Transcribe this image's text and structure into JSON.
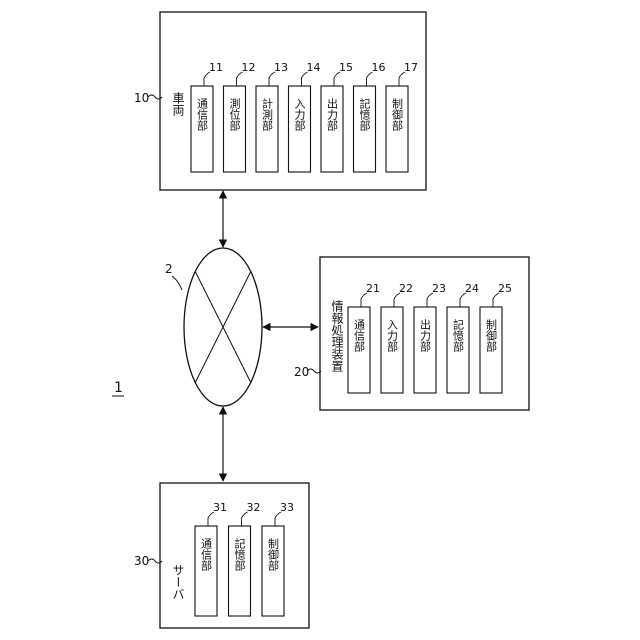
{
  "system_ref": "1",
  "network_ref": "2",
  "vehicle": {
    "ref": "10",
    "title": "車両",
    "units": [
      {
        "label": "通信部",
        "ref": "11"
      },
      {
        "label": "測位部",
        "ref": "12"
      },
      {
        "label": "計測部",
        "ref": "13"
      },
      {
        "label": "入力部",
        "ref": "14"
      },
      {
        "label": "出力部",
        "ref": "15"
      },
      {
        "label": "記憶部",
        "ref": "16"
      },
      {
        "label": "制御部",
        "ref": "17"
      }
    ]
  },
  "info_device": {
    "ref": "20",
    "title": "情報処理装置",
    "units": [
      {
        "label": "通信部",
        "ref": "21"
      },
      {
        "label": "入力部",
        "ref": "22"
      },
      {
        "label": "出力部",
        "ref": "23"
      },
      {
        "label": "記憶部",
        "ref": "24"
      },
      {
        "label": "制御部",
        "ref": "25"
      }
    ]
  },
  "server": {
    "ref": "30",
    "title": "サーバ",
    "units": [
      {
        "label": "通信部",
        "ref": "31"
      },
      {
        "label": "記憶部",
        "ref": "32"
      },
      {
        "label": "制御部",
        "ref": "33"
      }
    ]
  }
}
